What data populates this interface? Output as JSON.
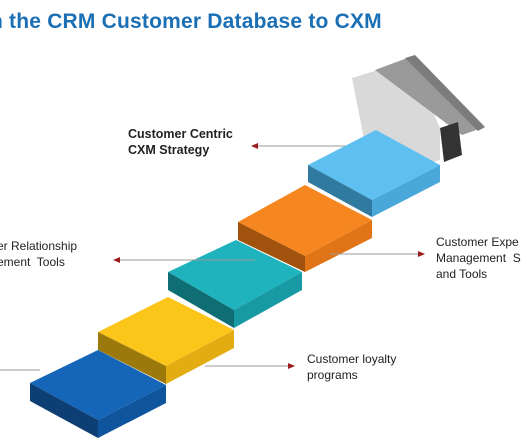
{
  "title": "n the CRM Customer Database to CXM",
  "labels": {
    "strategy": "Customer Centric\nCXM Strategy",
    "relationship": "er Relationship\nement  Tools",
    "experience": "Customer Expe\nManagement  S\nand Tools",
    "loyalty": "Customer loyalty\nprograms"
  },
  "colors": {
    "step1": "#1565b8",
    "step2": "#f8c31a",
    "step3": "#1aa9b5",
    "step4": "#f58220",
    "step5": "#5bbcef",
    "house": "#d6d6d6",
    "roof": "#9a9a9a",
    "door": "#333333",
    "arrow": "#9b1c1c",
    "title": "#1a6fb5"
  }
}
